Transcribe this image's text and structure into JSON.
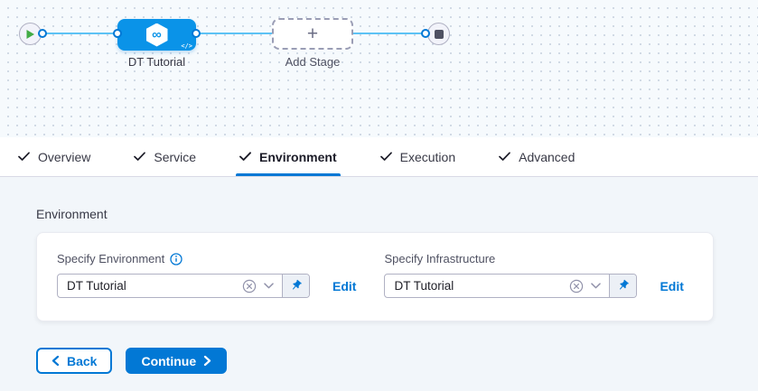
{
  "colors": {
    "primary": "#0278d5",
    "stage_blue": "#0a93e8",
    "connector_blue": "#5cc2f5",
    "play_green": "#42ab45",
    "canvas_bg": "#f6fafd",
    "panel_bg": "#f2f6fa"
  },
  "icons": {
    "infinity": "∞",
    "plus": "+",
    "code": "</>"
  },
  "pipeline": {
    "stage": {
      "label": "DT Tutorial"
    },
    "add_stage": {
      "label": "Add Stage"
    }
  },
  "tabs": [
    {
      "label": "Overview",
      "checked": true,
      "active": false
    },
    {
      "label": "Service",
      "checked": true,
      "active": false
    },
    {
      "label": "Environment",
      "checked": true,
      "active": true
    },
    {
      "label": "Execution",
      "checked": true,
      "active": false
    },
    {
      "label": "Advanced",
      "checked": true,
      "active": false
    }
  ],
  "environment_panel": {
    "section_title": "Environment",
    "fields": [
      {
        "label": "Specify Environment",
        "value": "DT Tutorial",
        "edit_label": "Edit",
        "has_info_icon": true
      },
      {
        "label": "Specify Infrastructure",
        "value": "DT Tutorial",
        "edit_label": "Edit",
        "has_info_icon": false
      }
    ]
  },
  "footer": {
    "back_label": "Back",
    "continue_label": "Continue"
  }
}
